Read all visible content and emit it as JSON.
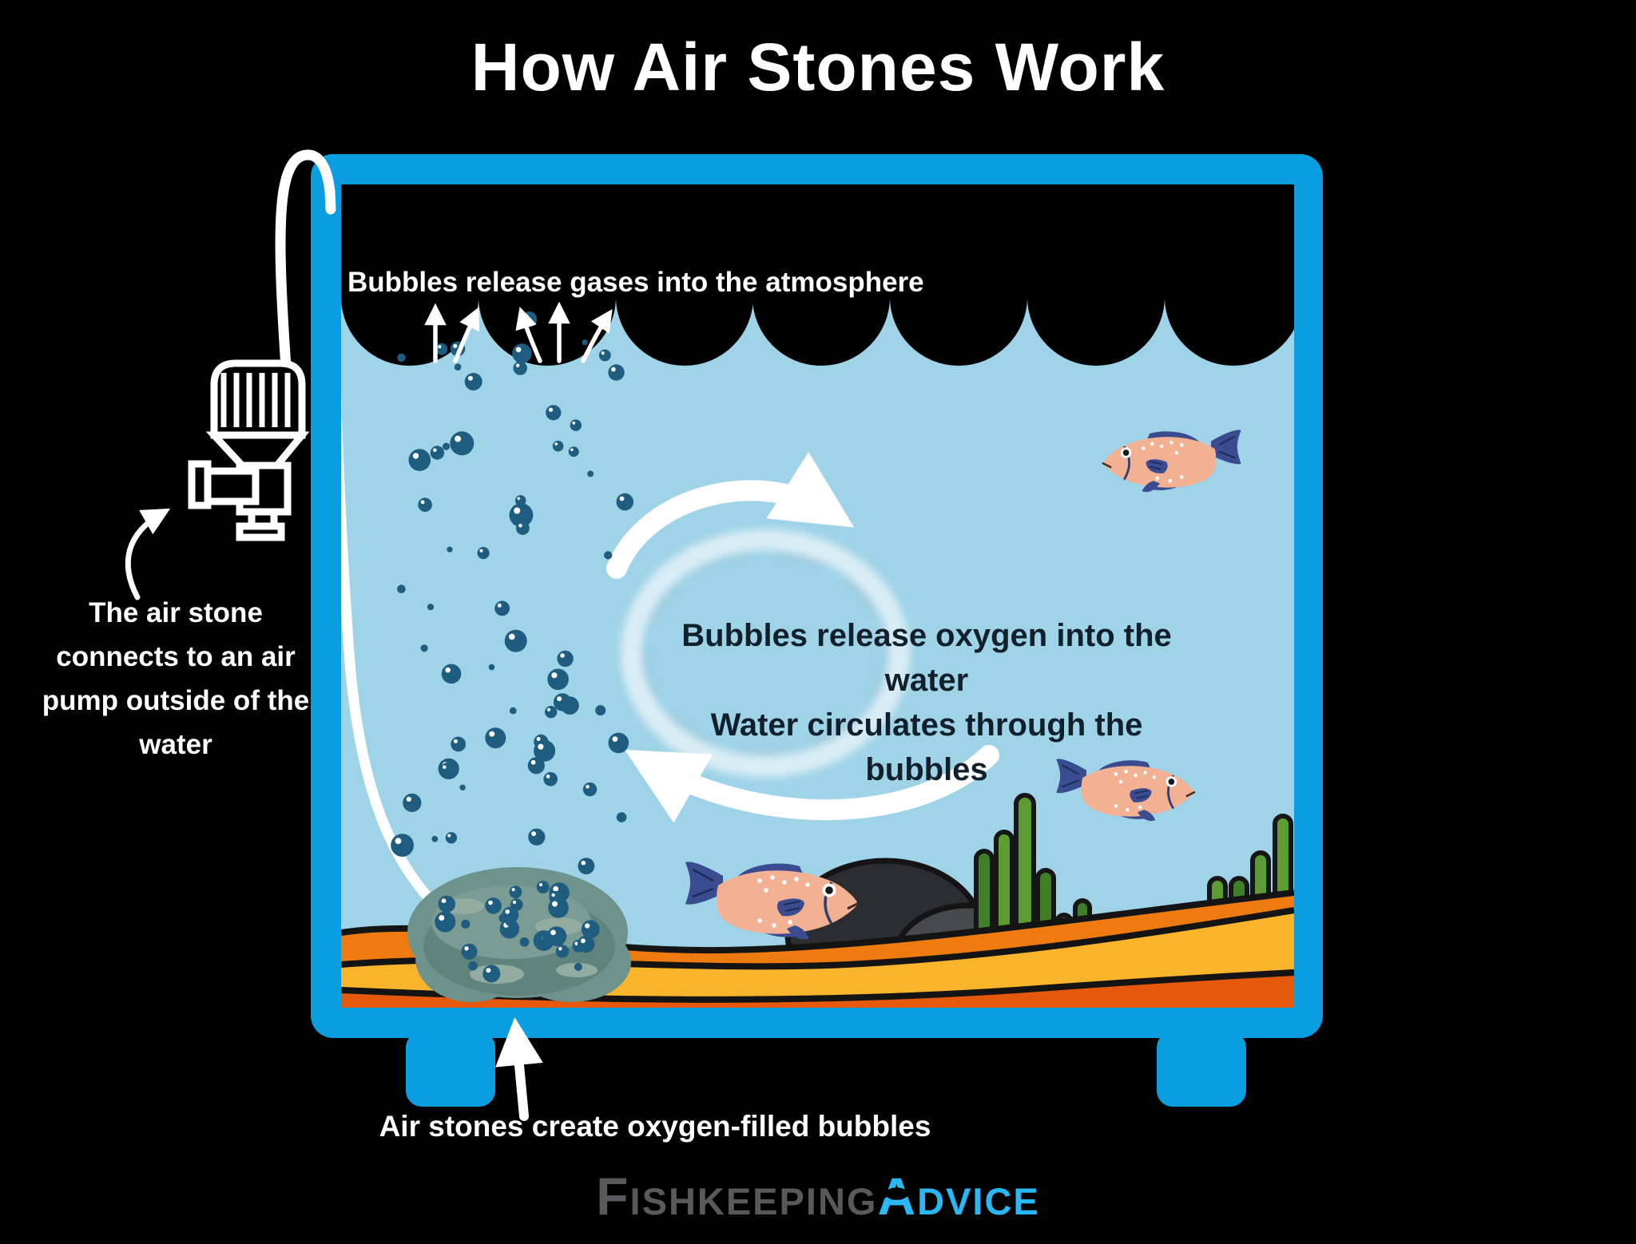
{
  "title": "How Air Stones Work",
  "tank_labels": {
    "surface": "Bubbles release gases into the atmosphere",
    "oxygen_line1": "Bubbles release oxygen into the water",
    "oxygen_line2": "Water circulates through the bubbles"
  },
  "annotations": {
    "pump_label": "The air stone connects to an air pump outside of the water",
    "air_stone_label": "Air stones create oxygen-filled bubbles"
  },
  "logo": {
    "word1_initial": "F",
    "word1_rest": "ISHKEEPING",
    "word2_initial": "A",
    "word2_rest": "DVICE"
  },
  "icons": {
    "air_pump": "air-pump-icon",
    "air_tube": "air-tube-line",
    "fish": "fish-icon",
    "water_swirl": "water-swirl-icon",
    "up_arrow": "white-up-arrow-icon",
    "circulation_arrows": "circular-flow-arrow-icons",
    "logo_fish": "fish-silhouette-icon"
  },
  "colors": {
    "background": "#000000",
    "tank_frame": "#0a9de0",
    "water": "#9fd3e8",
    "bubbles": "#1e5d7f",
    "air_stone": "#6e938c",
    "substrate_orange": "#ee7b10",
    "substrate_yellow": "#f8b42b",
    "substrate_deep_orange": "#e4590c",
    "fish_body": "#f3b193",
    "fish_fins": "#3a4c8f",
    "plant_green_light": "#5d9c33",
    "plant_green_dark": "#407f27",
    "rock_dark": "#2b2d31",
    "rock_gray": "#47494e",
    "logo_gray": "#58595b",
    "logo_blue": "#29b8f4",
    "label_dark": "#12202b",
    "label_white": "#ffffff"
  }
}
